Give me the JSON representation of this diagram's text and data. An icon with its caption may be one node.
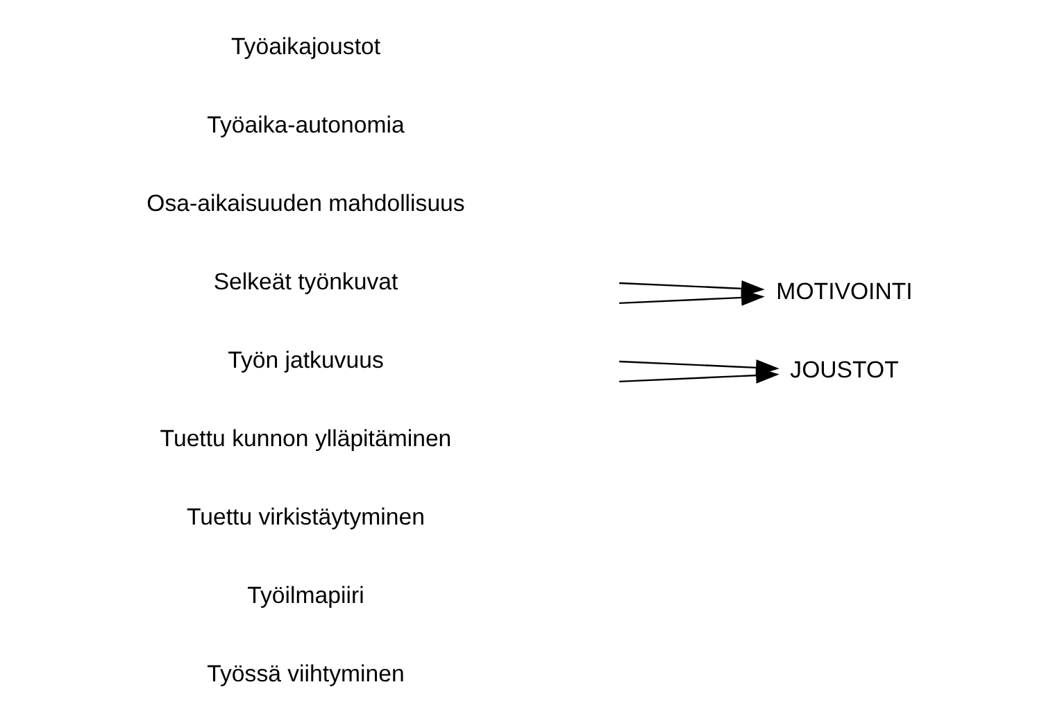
{
  "diagram": {
    "nodes": [
      {
        "text": [
          "JOUSTOT"
        ]
      },
      {
        "text": [
          "MOTIVOINTI"
        ]
      }
    ],
    "edges": [
      {
        "from": null,
        "to": 0,
        "arrow": "to"
      },
      {
        "from": null,
        "to": 0,
        "arrow": "to"
      },
      {
        "from": null,
        "to": 1,
        "arrow": "to"
      },
      {
        "from": null,
        "to": 1,
        "arrow": "to"
      }
    ],
    "labels": [
      "Työaikajoustot",
      "Työaika-autonomia",
      "Osa-aikaisuuden mahdollisuus",
      "Selkeät työnkuvat",
      "Työn jatkuvuus",
      "Tuettu kunnon ylläpitäminen",
      "Tuettu virkistäytyminen",
      "Työilmapiiri",
      "Työssä viihtyminen"
    ]
  }
}
